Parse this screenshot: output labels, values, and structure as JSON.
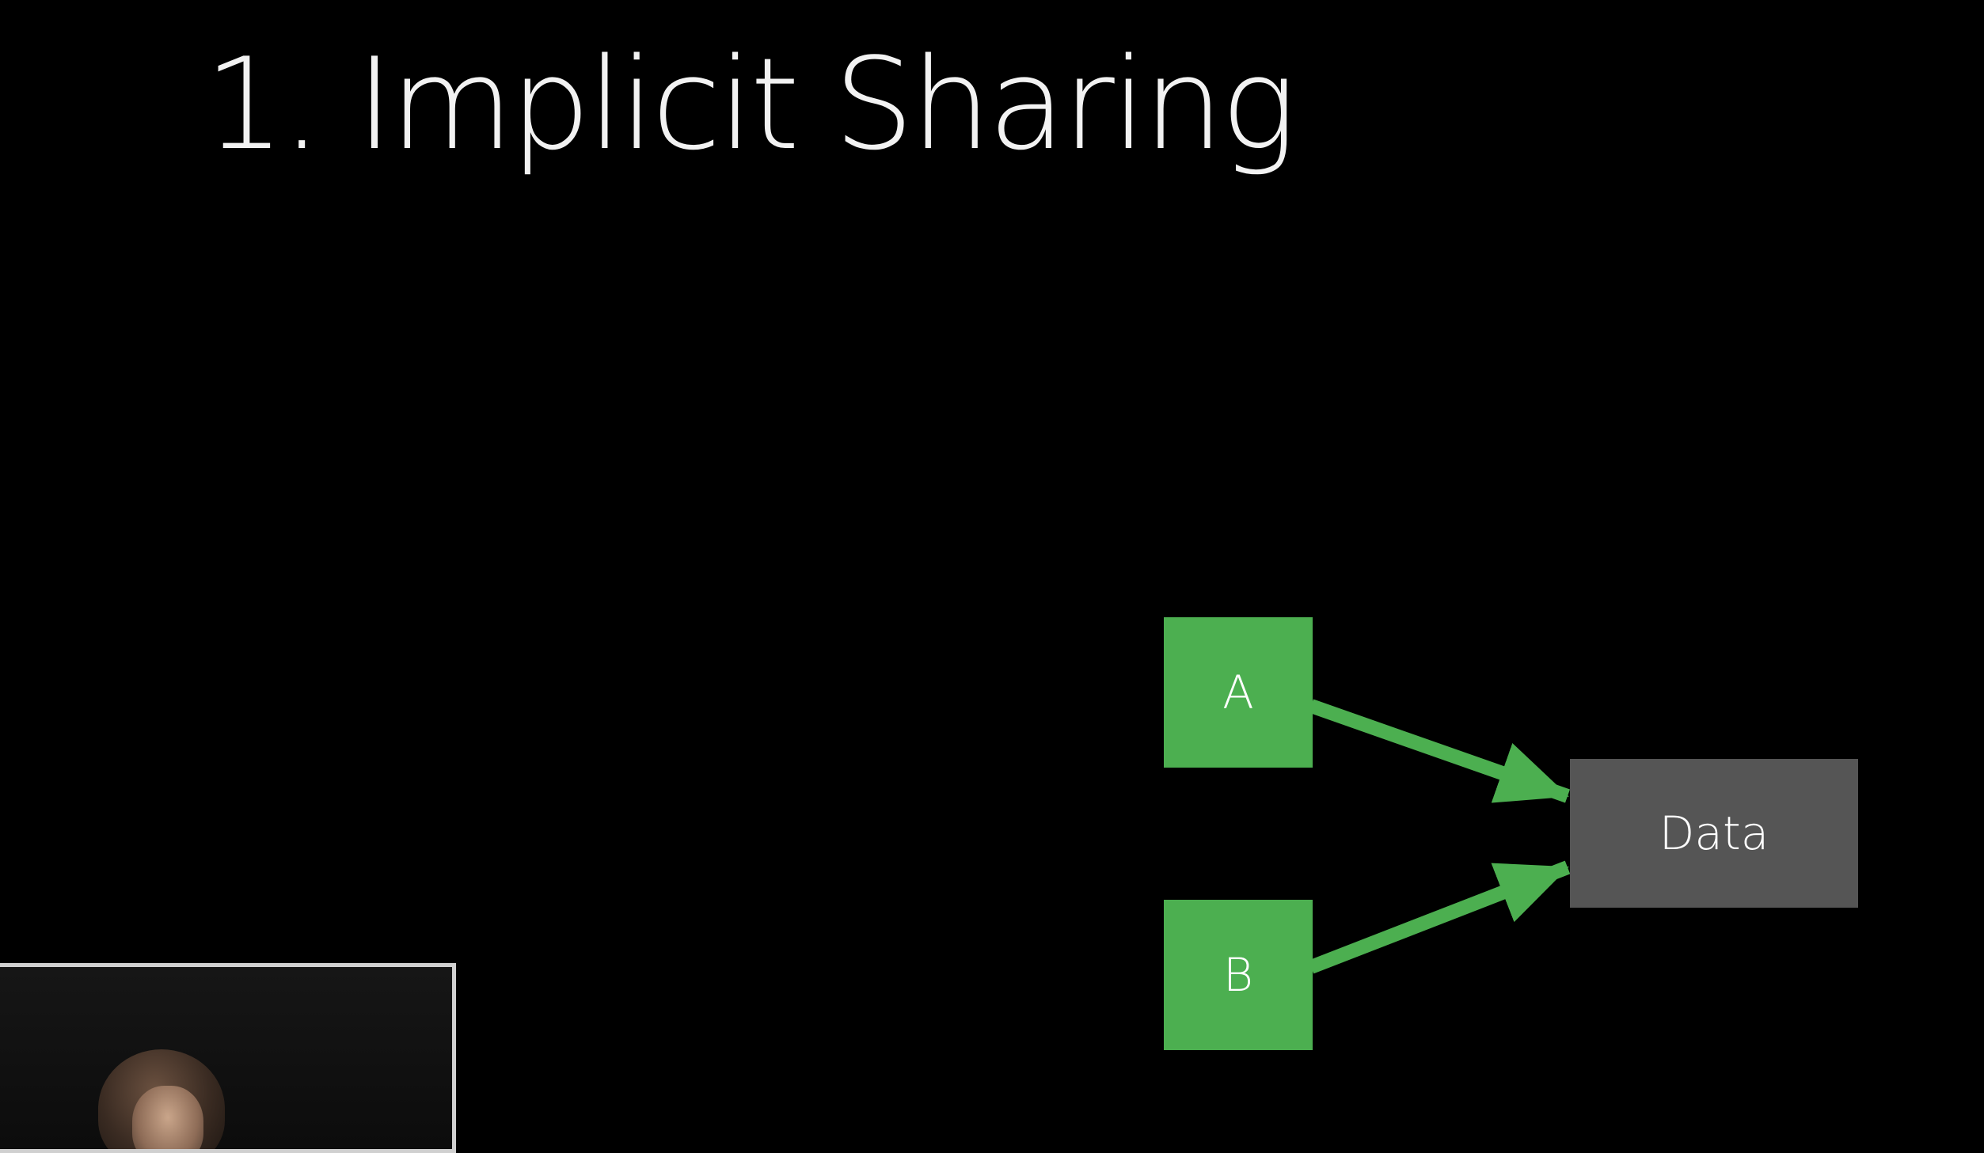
{
  "slide": {
    "title": "1. Implicit Sharing"
  },
  "diagram": {
    "nodes": [
      {
        "id": "a",
        "label": "A",
        "color": "#4caf50"
      },
      {
        "id": "b",
        "label": "B",
        "color": "#4caf50"
      },
      {
        "id": "data",
        "label": "Data",
        "color": "#555555"
      }
    ],
    "edges": [
      {
        "from": "a",
        "to": "data"
      },
      {
        "from": "b",
        "to": "data"
      }
    ],
    "arrow_color": "#4caf50"
  }
}
